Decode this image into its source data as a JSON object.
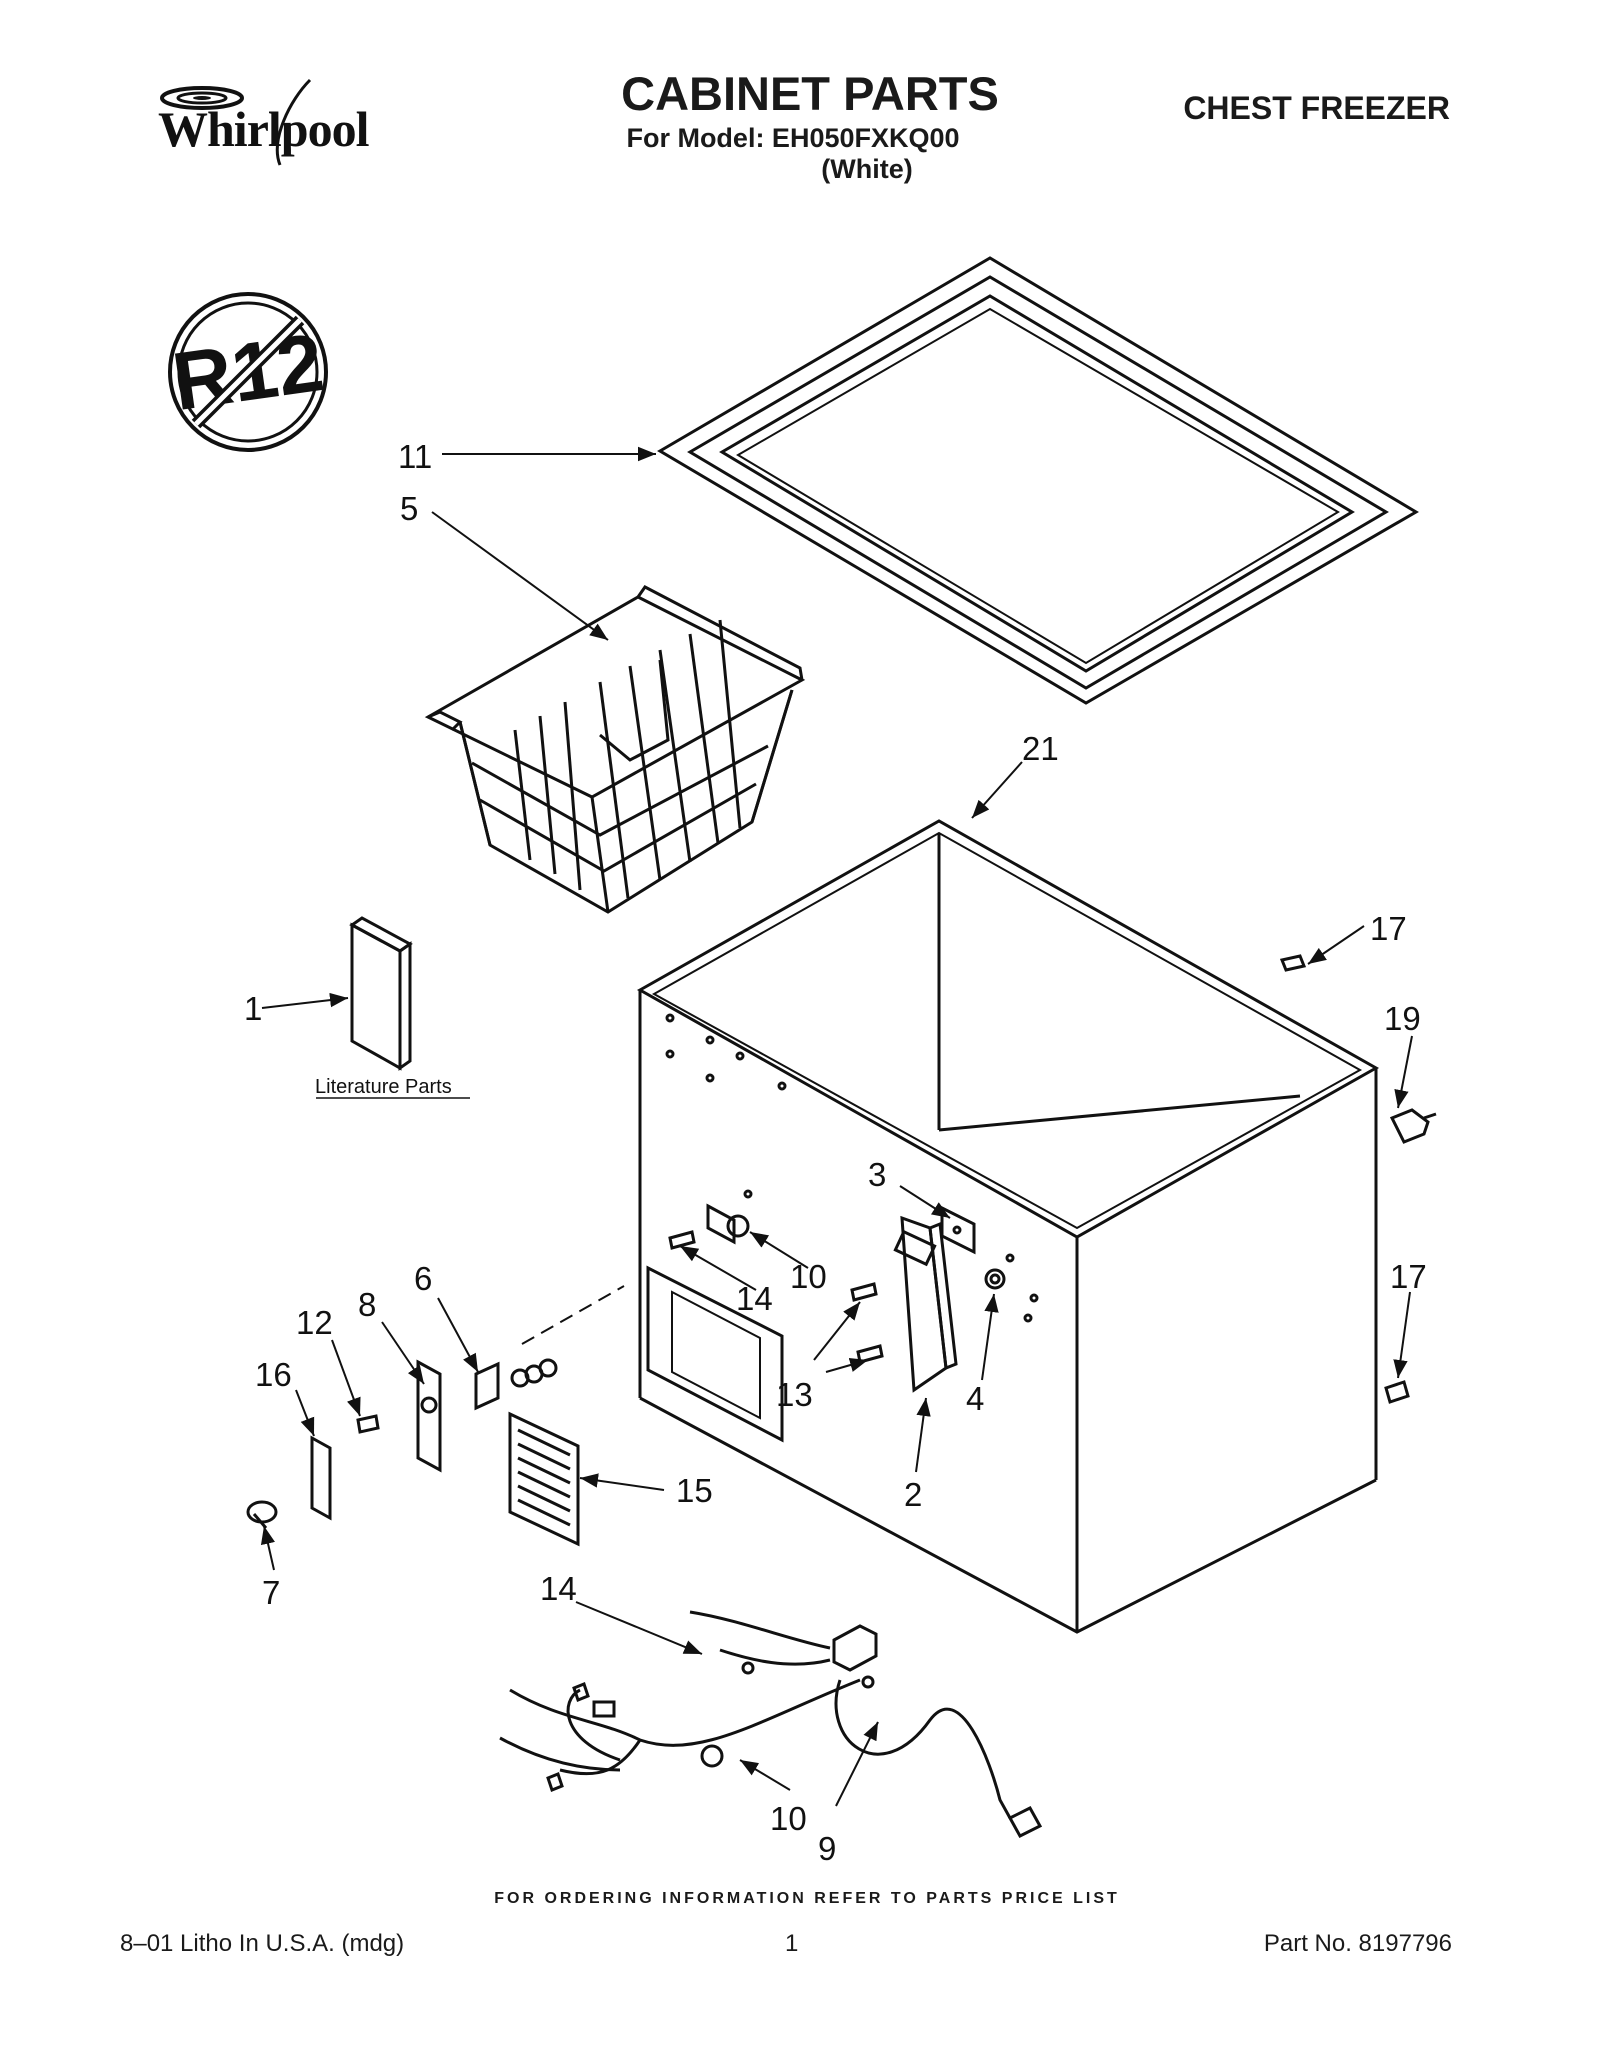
{
  "header": {
    "brand": "Whirlpool",
    "title": "CABINET PARTS",
    "model_line": "For Model: EH050FXKQ00",
    "color_line": "(White)",
    "product": "CHEST FREEZER"
  },
  "diagram": {
    "badge_text": "R12",
    "literature_label": "Literature Parts",
    "callouts": [
      "11",
      "5",
      "21",
      "17",
      "19",
      "1",
      "3",
      "10",
      "14",
      "6",
      "8",
      "12",
      "16",
      "13",
      "4",
      "17",
      "15",
      "2",
      "7",
      "14",
      "10",
      "9"
    ]
  },
  "footer": {
    "order_note": "FOR ORDERING INFORMATION REFER TO PARTS PRICE LIST",
    "left": "8–01 Litho In U.S.A. (mdg)",
    "page": "1",
    "part_no": "Part No. 8197796"
  }
}
